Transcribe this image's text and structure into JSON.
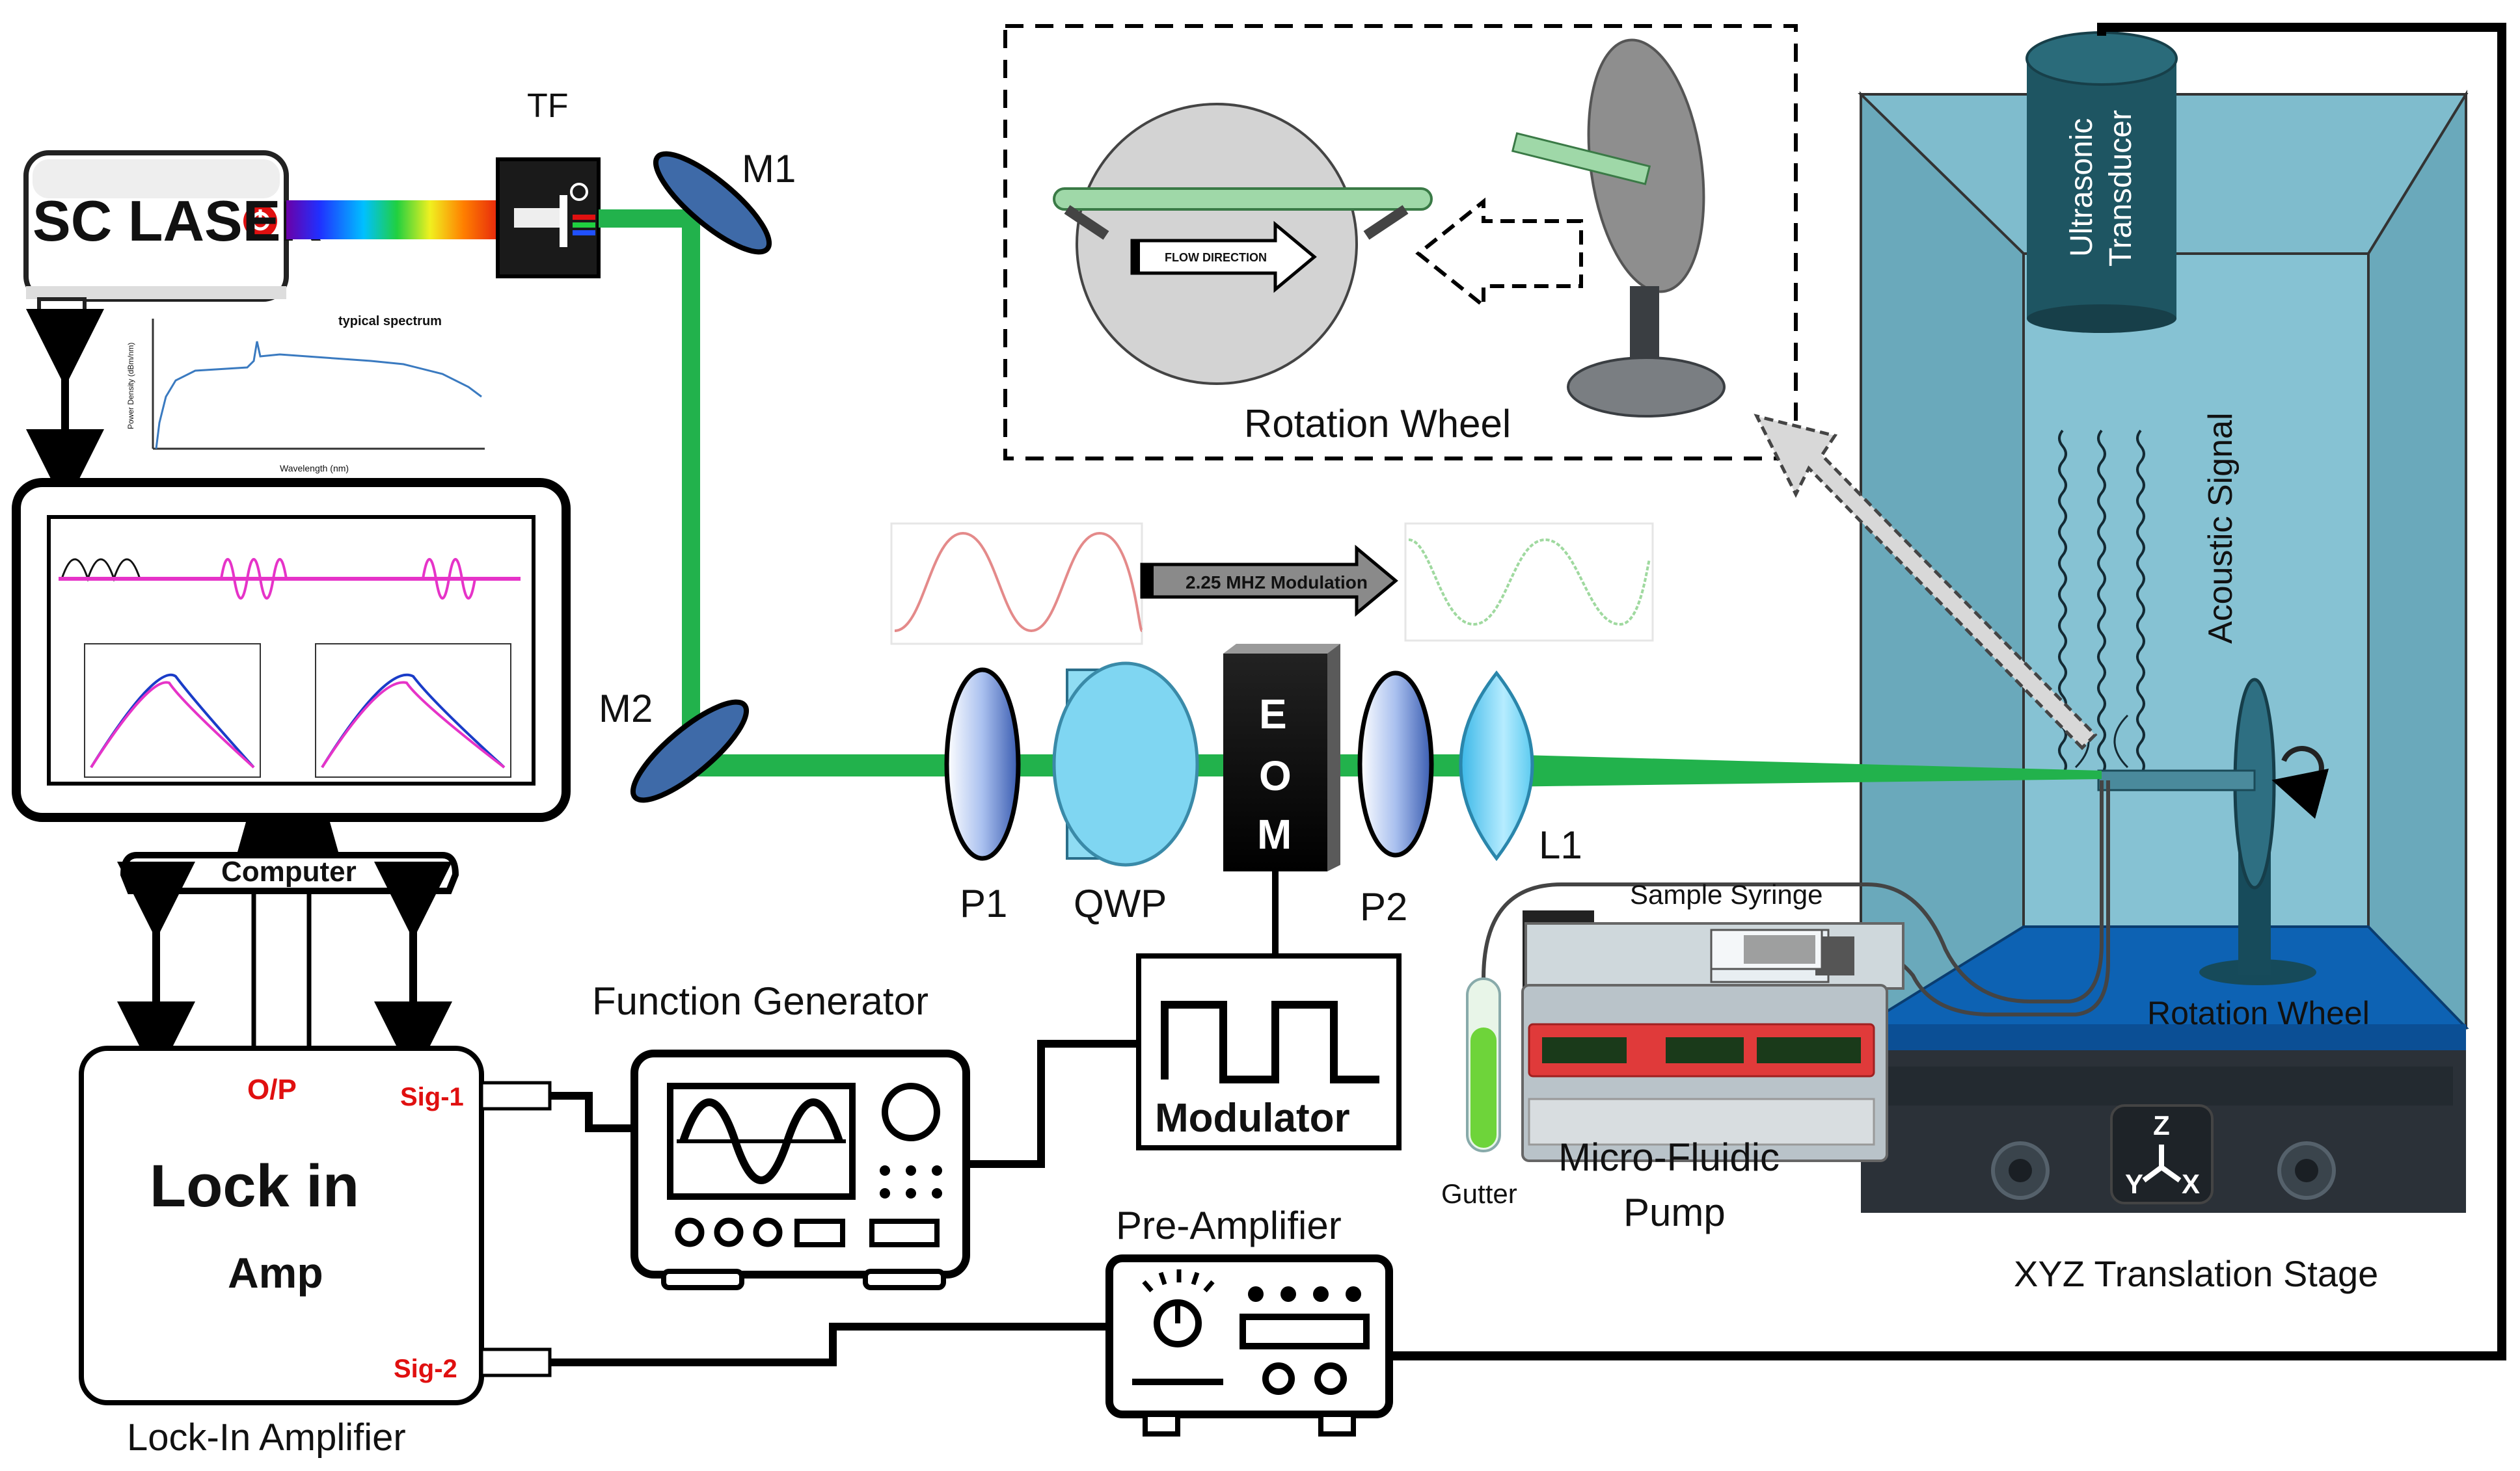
{
  "labels": {
    "sc_laser": "SC LASER",
    "tf": "TF",
    "m1": "M1",
    "m2": "M2",
    "p1": "P1",
    "qwp": "QWP",
    "eom_e": "E",
    "eom_o": "O",
    "eom_m": "M",
    "p2": "P2",
    "l1": "L1",
    "rotation_wheel_inset": "Rotation Wheel",
    "flow_direction": "FLOW DIRECTION",
    "modulation": "2.25 MHZ Modulation",
    "ultrasonic_1": "Ultrasonic",
    "ultrasonic_2": "Transducer",
    "acoustic_signal": "Acoustic Signal",
    "rotation_wheel_tank": "Rotation Wheel",
    "xyz_stage": "XYZ Translation Stage",
    "sample_syringe": "Sample Syringe",
    "gutter": "Gutter",
    "pump_1": "Micro-Fluidic",
    "pump_2": "Pump",
    "computer": "Computer",
    "function_generator": "Function Generator",
    "modulator": "Modulator",
    "pre_amplifier": "Pre-Amplifier",
    "lockin_op": "O/P",
    "lockin_sig1": "Sig-1",
    "lockin_sig2": "Sig-2",
    "lockin_1": "Lock in",
    "lockin_2": "Amp",
    "lockin_caption": "Lock-In Amplifier",
    "spectrum_title": "typical spectrum",
    "spectrum_xlabel": "Wavelength (nm)",
    "spectrum_ylabel": "Power Density (dBm/nm)"
  },
  "colors": {
    "beam": "#22b24c",
    "tank": "#6fb0c4",
    "tank_floor": "#0e63b4",
    "transducer": "#1f4e5a",
    "stage": "#2a3138",
    "red_text": "#e01010",
    "lens_blue": "#6fd0f0",
    "polarizer": "#5a82c8"
  },
  "icons": [
    "laser-icon",
    "filter-icon",
    "mirror-icon",
    "polarizer-icon",
    "lens-icon",
    "eom-icon",
    "transducer-icon",
    "syringe-icon",
    "pump-icon",
    "test-tube-icon",
    "monitor-icon",
    "function-generator-icon",
    "modulator-icon",
    "pre-amplifier-icon",
    "lock-in-icon",
    "rotation-wheel-icon",
    "xyz-stage-icon",
    "acoustic-wave-icon",
    "arrow-icon"
  ]
}
